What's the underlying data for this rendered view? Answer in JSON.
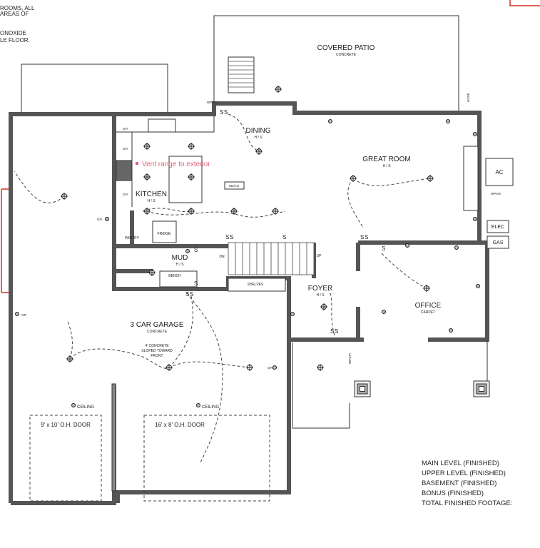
{
  "notes": [
    "ROOMS, ALL",
    "AREAS OF",
    "ONOXIDE",
    "LE FLOOR."
  ],
  "rooms": {
    "patio": {
      "name": "COVERED PATIO",
      "sub": "CONCRETE"
    },
    "dining": {
      "name": "DINING",
      "sub": "H / S"
    },
    "great_room": {
      "name": "GREAT ROOM",
      "sub": "H / S"
    },
    "kitchen": {
      "name": "KITCHEN",
      "sub": "H / S"
    },
    "pantry": {
      "name": "PANTRY"
    },
    "fridge": {
      "name": "FRIDGE"
    },
    "mud": {
      "name": "MUD",
      "sub": "H / S"
    },
    "bench": {
      "name": "BENCH"
    },
    "shelves": {
      "name": "SHELVES"
    },
    "foyer": {
      "name": "FOYER",
      "sub": "H / S"
    },
    "office": {
      "name": "OFFICE",
      "sub": "CARPET"
    },
    "garage": {
      "name": "3 CAR GARAGE",
      "sub": "CONCRETE",
      "note": [
        "4' CONCRETE",
        "SLOPED TOWARD",
        "FRONT"
      ]
    }
  },
  "stairs": {
    "down": "DN",
    "up": "UP"
  },
  "garage_doors": [
    {
      "label": "9' x 10' O.H. DOOR",
      "light": "CEILING"
    },
    {
      "label": "16' x 8' O.H. DOOR",
      "light": "CEILING"
    }
  ],
  "equipment": {
    "ac": "AC",
    "elec": "ELEC",
    "gas": "GAS",
    "sdco": "SD/CO",
    "hose": "HOSE"
  },
  "outlet_labels": {
    "gfi": "GFI",
    "wpgfi": "WPGFI",
    "wpgr": "WPGR",
    "gr": "GR"
  },
  "annotation": {
    "text": "Vent range to exterior",
    "color": "#e0607a"
  },
  "switch": "S",
  "footage": [
    "MAIN LEVEL (FINISHED)",
    "UPPER LEVEL (FINISHED)",
    "BASEMENT (FINISHED)",
    "BONUS (FINISHED)",
    "TOTAL FINISHED FOOTAGE:"
  ],
  "colors": {
    "wall": "#555555",
    "markup": "#e0607a",
    "redline": "#d03020"
  }
}
